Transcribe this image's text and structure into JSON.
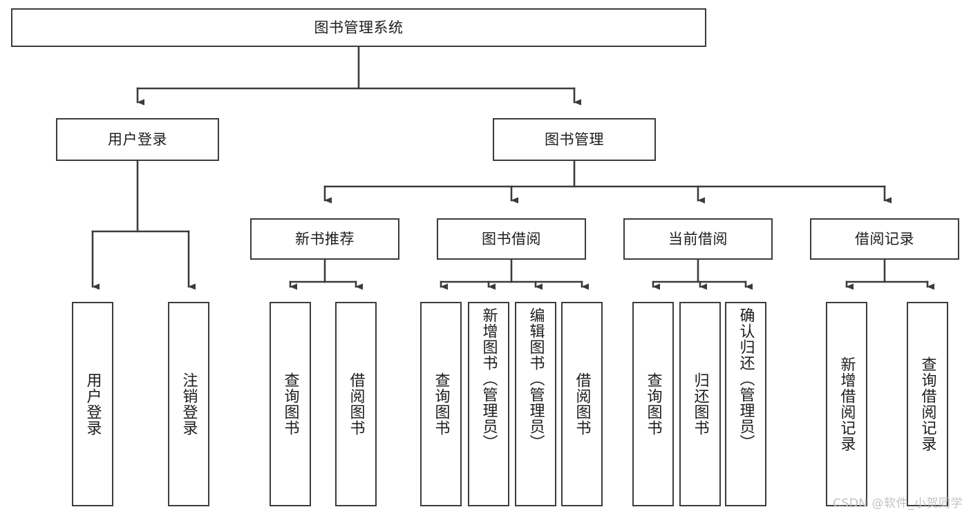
{
  "diagram": {
    "type": "tree",
    "title": "图书管理系统",
    "watermark": "CSDN @软件_小贺同学",
    "colors": {
      "box_border": "#3b3b3b",
      "box_fill": "#ffffff",
      "connector": "#3b3b3b",
      "text": "#1d1d1d",
      "watermark": "#c2c2c2"
    },
    "nodes": {
      "root": "图书管理系统",
      "level2": [
        "用户登录",
        "图书管理"
      ],
      "level3": [
        "新书推荐",
        "图书借阅",
        "当前借阅",
        "借阅记录"
      ],
      "leaves_user_login": [
        "用户登录",
        "注销登录"
      ],
      "leaves_new_book": [
        "查询图书",
        "借阅图书"
      ],
      "leaves_borrow": [
        "查询图书",
        "新增图书（管理员）",
        "编辑图书（管理员）",
        "借阅图书"
      ],
      "leaves_current": [
        "查询图书",
        "归还图书",
        "确认归还（管理员）"
      ],
      "leaves_record": [
        "新增借阅记录",
        "查询借阅记录"
      ]
    }
  }
}
